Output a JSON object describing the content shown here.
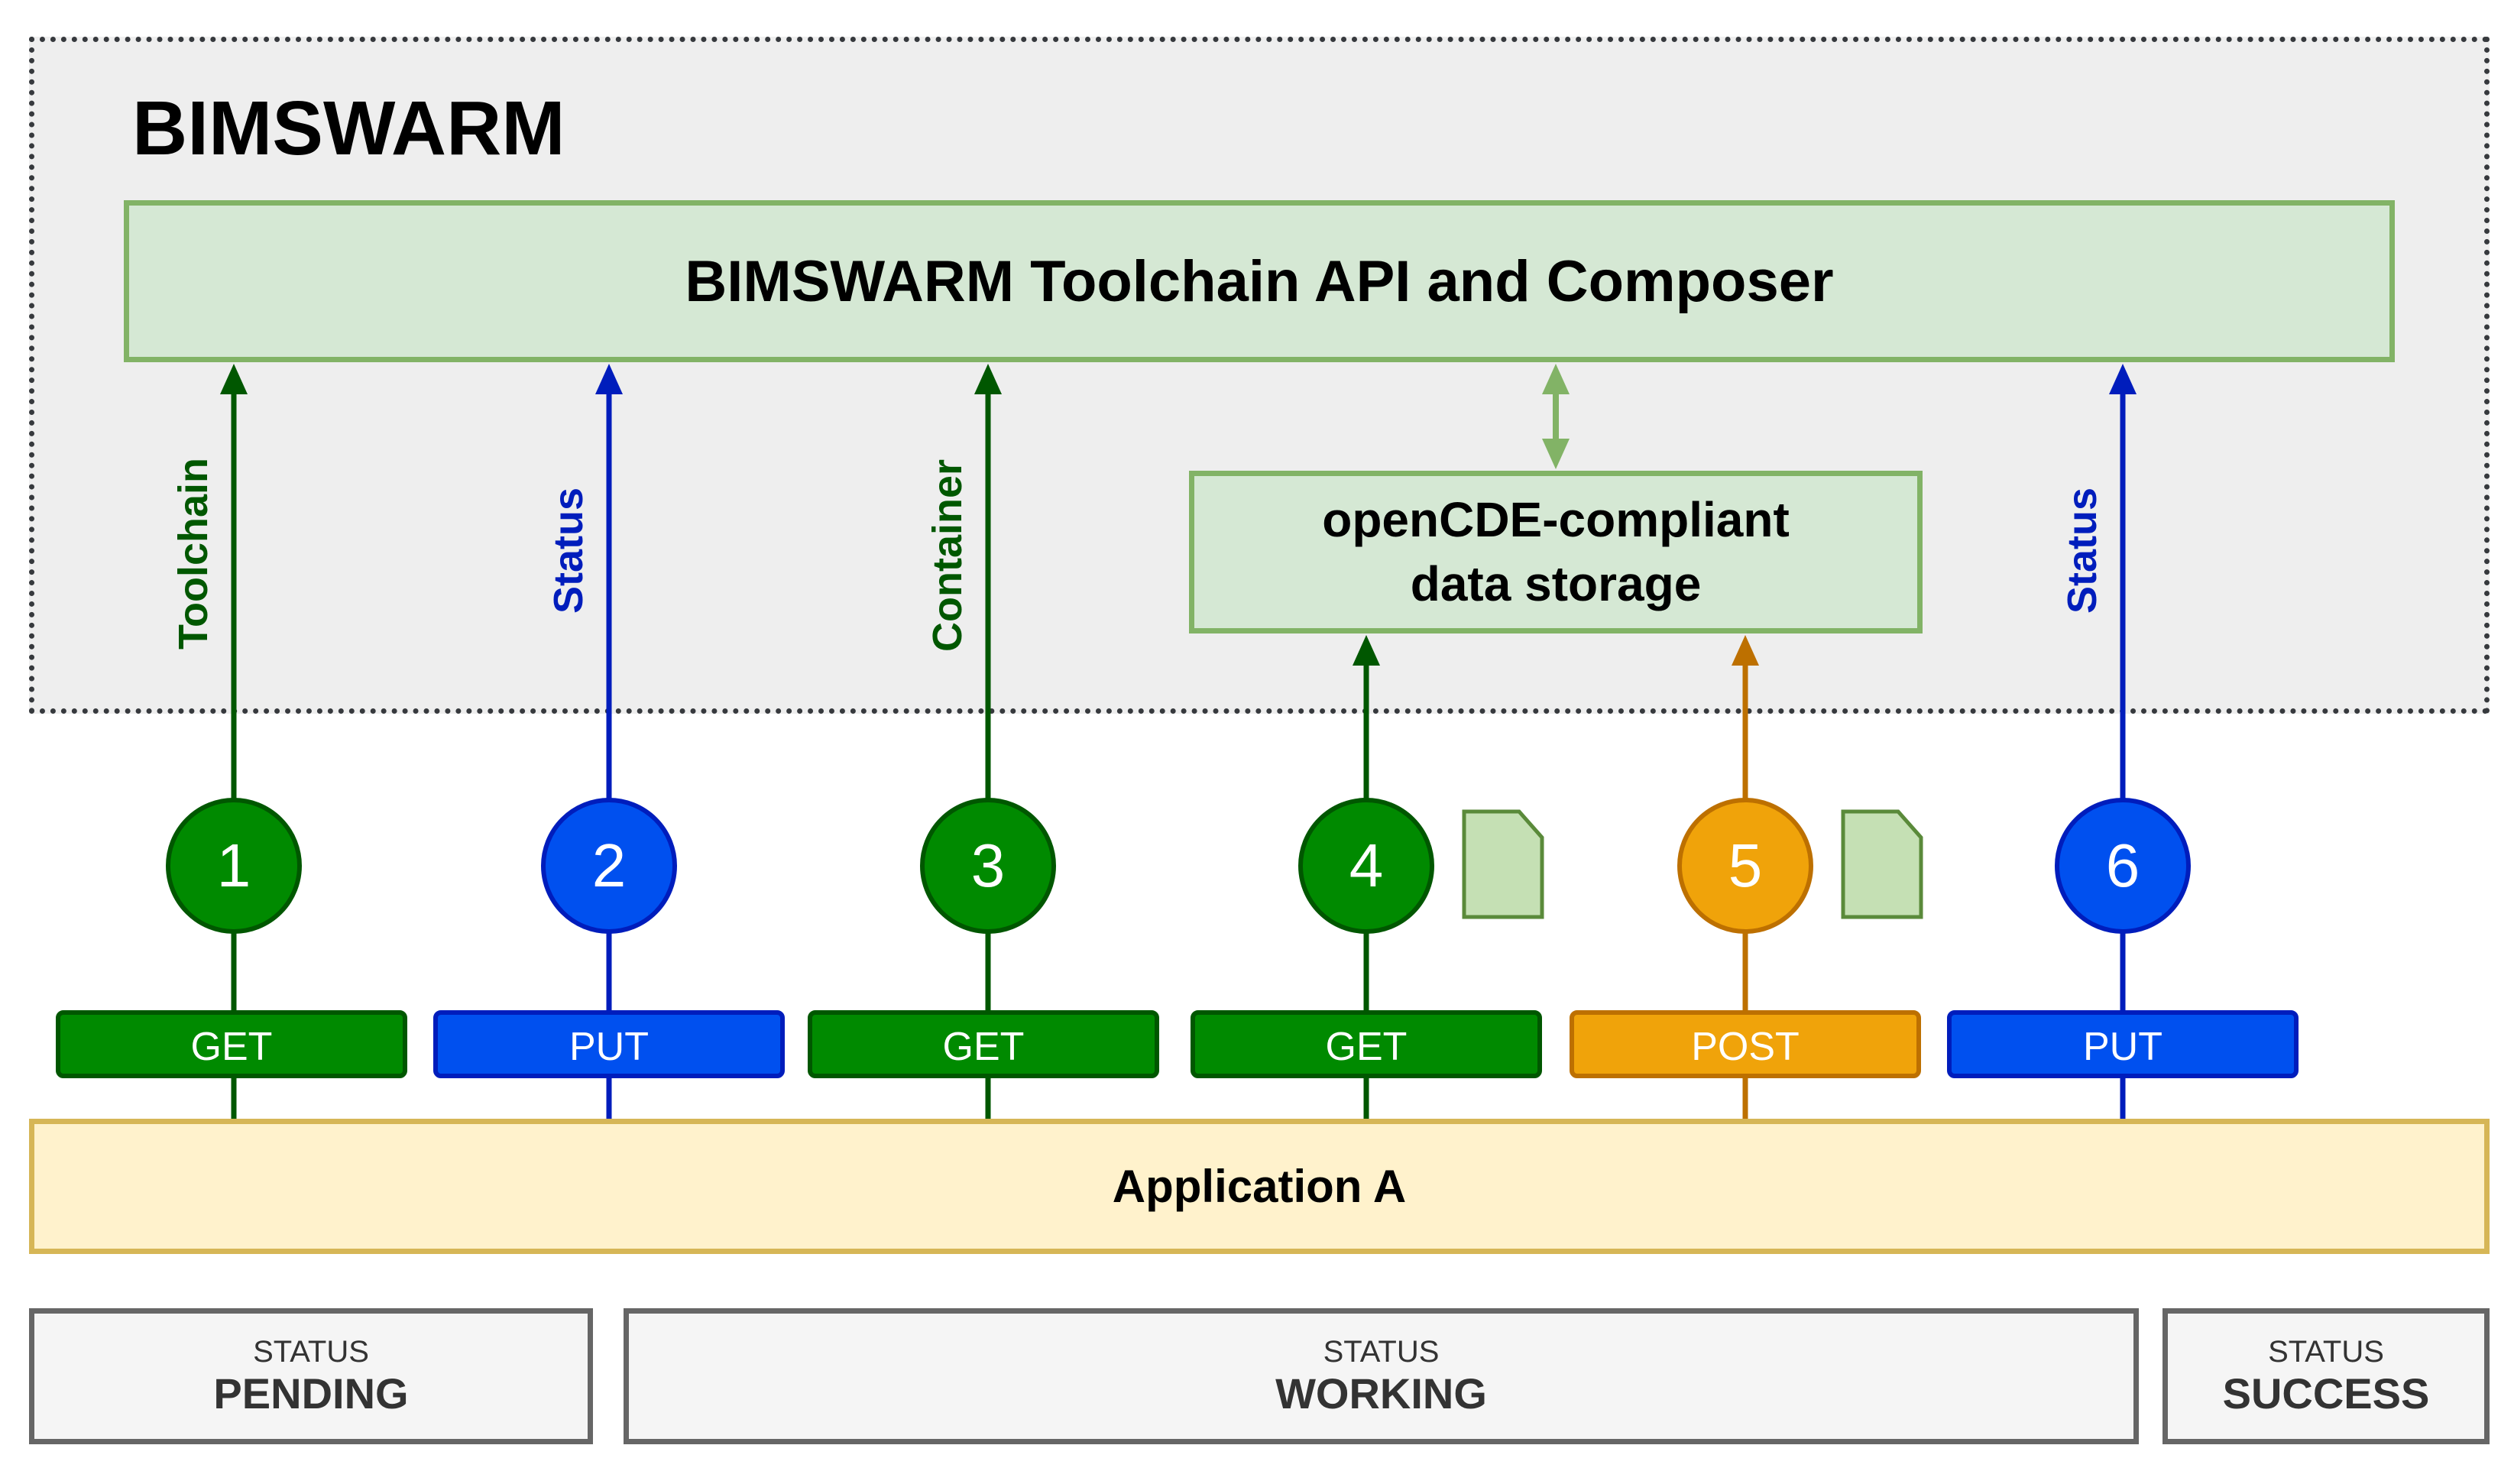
{
  "title": "BIMSWARM",
  "api_box": {
    "label": "BIMSWARM Toolchain API and Composer"
  },
  "storage_box": {
    "line1": "openCDE-compliant",
    "line2": "data storage"
  },
  "application": {
    "label": "Application A"
  },
  "colors": {
    "green_fill": "#008A00",
    "green_stroke": "#005700",
    "blue_fill": "#0050EF",
    "blue_stroke": "#001DBC",
    "orange_fill": "#F0A30A",
    "orange_stroke": "#BD7000",
    "light_green_stroke": "#82B366"
  },
  "steps": [
    {
      "number": "1",
      "method": "GET",
      "label": "Toolchain",
      "color": "green",
      "target": "api",
      "document": false
    },
    {
      "number": "2",
      "method": "PUT",
      "label": "Status",
      "color": "blue",
      "target": "api",
      "document": false
    },
    {
      "number": "3",
      "method": "GET",
      "label": "Container",
      "color": "green",
      "target": "api",
      "document": false
    },
    {
      "number": "4",
      "method": "GET",
      "label": "",
      "color": "green",
      "target": "storage",
      "document": true
    },
    {
      "number": "5",
      "method": "POST",
      "label": "",
      "color": "orange",
      "target": "storage",
      "document": true
    },
    {
      "number": "6",
      "method": "PUT",
      "label": "Status",
      "color": "blue",
      "target": "api",
      "document": false
    }
  ],
  "statuses": [
    {
      "label": "STATUS",
      "value": "PENDING"
    },
    {
      "label": "STATUS",
      "value": "WORKING"
    },
    {
      "label": "STATUS",
      "value": "SUCCESS"
    }
  ]
}
